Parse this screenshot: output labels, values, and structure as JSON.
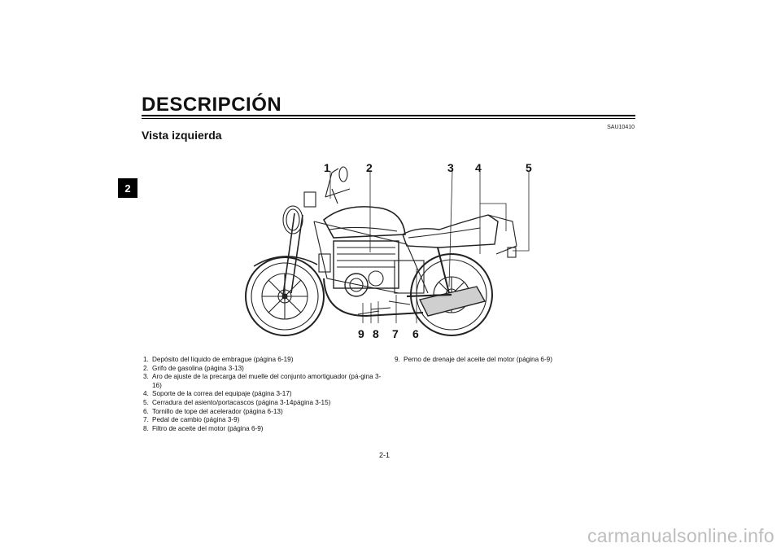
{
  "chapter_tab": "2",
  "page": {
    "title": "DESCRIPCIÓN",
    "section_code": "SAU10410",
    "section_heading": "Vista izquierda",
    "page_number": "2-1"
  },
  "figure": {
    "callouts_top": [
      "1",
      "2",
      "3",
      "4",
      "5"
    ],
    "callouts_bottom": [
      "9",
      "8",
      "7",
      "6"
    ]
  },
  "captions_left": [
    {
      "num": "1.",
      "text": "Depósito del líquido de embrague (página 6-19)"
    },
    {
      "num": "2.",
      "text": "Grifo de gasolina (página 3-13)"
    },
    {
      "num": "3.",
      "text": "Aro de ajuste de la precarga del muelle del conjunto amortiguador (pá-gina 3-16)"
    },
    {
      "num": "4.",
      "text": "Soporte de la correa del equipaje (página 3-17)"
    },
    {
      "num": "5.",
      "text": "Cerradura del asiento/portacascos (página 3-14página 3-15)"
    },
    {
      "num": "6.",
      "text": "Tornillo de tope del acelerador (página 6-13)"
    },
    {
      "num": "7.",
      "text": "Pedal de cambio (página 3-9)"
    },
    {
      "num": "8.",
      "text": "Filtro de aceite del motor (página 6-9)"
    }
  ],
  "captions_right": [
    {
      "num": "9.",
      "text": "Perno de drenaje del aceite del motor (página 6-9)"
    }
  ],
  "watermark": "carmanualsonline.info"
}
